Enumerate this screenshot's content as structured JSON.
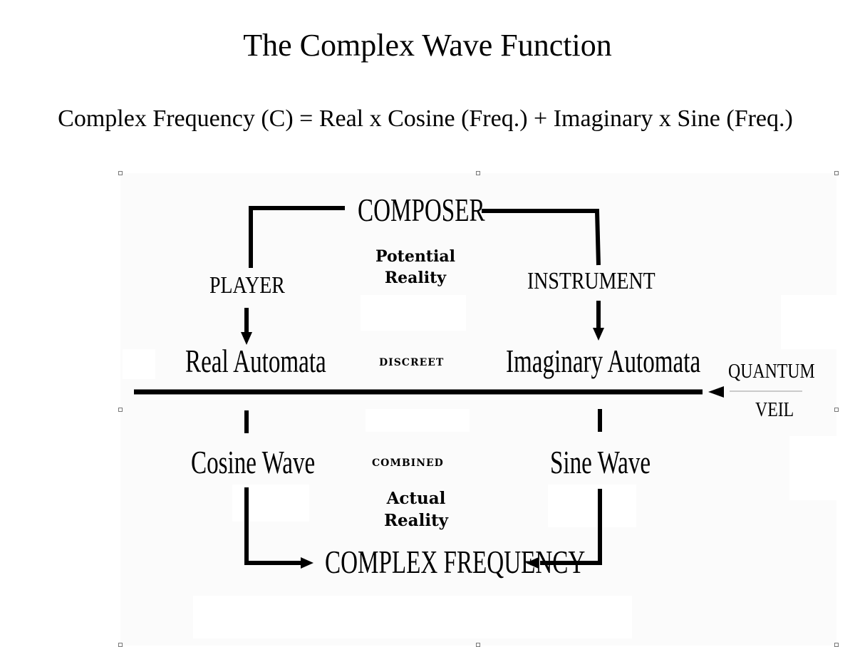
{
  "title": "The Complex Wave Function",
  "formula": "Complex Frequency (C) = Real x Cosine (Freq.) + Imaginary x Sine (Freq.)",
  "diagram": {
    "composer": "COMPOSER",
    "potential": "Potential",
    "reality_top": "Reality",
    "player": "PLAYER",
    "instrument": "INSTRUMENT",
    "real_automata": "Real Automata",
    "discreet": "DISCREET",
    "imaginary_automata": "Imaginary Automata",
    "quantum": "QUANTUM",
    "veil": "VEIL",
    "cosine_wave": "Cosine Wave",
    "combined": "COMBINED",
    "sine_wave": "Sine Wave",
    "actual": "Actual",
    "reality_bottom": "Reality",
    "complex_frequency": "COMPLEX FREQUENCY"
  },
  "colors": {
    "ink": "#000000",
    "frame": "#fbfbfb",
    "handle": "#777777"
  }
}
